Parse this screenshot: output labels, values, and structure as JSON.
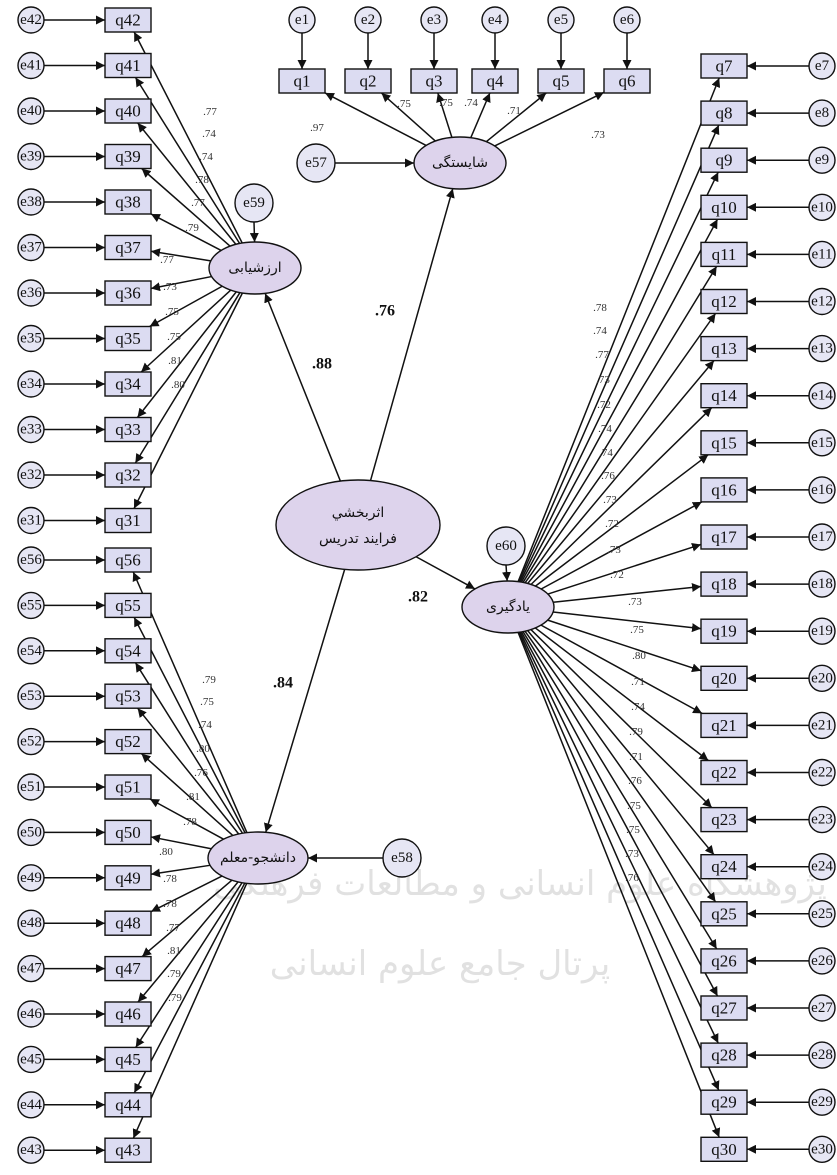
{
  "diagram": {
    "central": {
      "name": "central",
      "lines": [
        "اثربخشي",
        "فرايند تدريس"
      ]
    },
    "factors": [
      {
        "name": "competence",
        "label": "شایستگی",
        "error": "e57",
        "path": ".76"
      },
      {
        "name": "evaluation",
        "label": "ارزشیابی",
        "error": "e59",
        "path": ".88"
      },
      {
        "name": "learning",
        "label": "یادگیری",
        "error": "e60",
        "path": ".82"
      },
      {
        "name": "student-teacher",
        "label": "دانشجو-معلم",
        "error": "e58",
        "path": ".84"
      }
    ],
    "top_items": [
      {
        "item": "q1",
        "err": "e1"
      },
      {
        "item": "q2",
        "err": "e2"
      },
      {
        "item": "q3",
        "err": "e3"
      },
      {
        "item": "q4",
        "err": "e4"
      },
      {
        "item": "q5",
        "err": "e5"
      },
      {
        "item": "q6",
        "err": "e6"
      }
    ],
    "top_loadings": [
      ".97",
      ".75",
      ".75",
      ".74",
      ".71",
      ".73"
    ],
    "eval_items": [
      {
        "item": "q42",
        "err": "e42"
      },
      {
        "item": "q41",
        "err": "e41"
      },
      {
        "item": "q40",
        "err": "e40"
      },
      {
        "item": "q39",
        "err": "e39"
      },
      {
        "item": "q38",
        "err": "e38"
      },
      {
        "item": "q37",
        "err": "e37"
      },
      {
        "item": "q36",
        "err": "e36"
      },
      {
        "item": "q35",
        "err": "e35"
      },
      {
        "item": "q34",
        "err": "e34"
      },
      {
        "item": "q33",
        "err": "e33"
      },
      {
        "item": "q32",
        "err": "e32"
      },
      {
        "item": "q31",
        "err": "e31"
      }
    ],
    "eval_loadings": [
      ".77",
      ".74",
      ".74",
      ".78",
      ".77",
      ".79",
      ".77",
      ".73",
      ".75",
      ".75",
      ".81",
      ".80"
    ],
    "st_items": [
      {
        "item": "q56",
        "err": "e56"
      },
      {
        "item": "q55",
        "err": "e55"
      },
      {
        "item": "q54",
        "err": "e54"
      },
      {
        "item": "q53",
        "err": "e53"
      },
      {
        "item": "q52",
        "err": "e52"
      },
      {
        "item": "q51",
        "err": "e51"
      },
      {
        "item": "q50",
        "err": "e50"
      },
      {
        "item": "q49",
        "err": "e49"
      },
      {
        "item": "q48",
        "err": "e48"
      },
      {
        "item": "q47",
        "err": "e47"
      },
      {
        "item": "q46",
        "err": "e46"
      },
      {
        "item": "q45",
        "err": "e45"
      },
      {
        "item": "q44",
        "err": "e44"
      },
      {
        "item": "q43",
        "err": "e43"
      }
    ],
    "st_loadings": [
      ".79",
      ".75",
      ".74",
      ".80",
      ".76",
      ".81",
      ".78",
      ".80",
      ".78",
      ".78",
      ".77",
      ".81",
      ".79",
      ".79"
    ],
    "learn_items": [
      {
        "item": "q7",
        "err": "e7"
      },
      {
        "item": "q8",
        "err": "e8"
      },
      {
        "item": "q9",
        "err": "e9"
      },
      {
        "item": "q10",
        "err": "e10"
      },
      {
        "item": "q11",
        "err": "e11"
      },
      {
        "item": "q12",
        "err": "e12"
      },
      {
        "item": "q13",
        "err": "e13"
      },
      {
        "item": "q14",
        "err": "e14"
      },
      {
        "item": "q15",
        "err": "e15"
      },
      {
        "item": "q16",
        "err": "e16"
      },
      {
        "item": "q17",
        "err": "e17"
      },
      {
        "item": "q18",
        "err": "e18"
      },
      {
        "item": "q19",
        "err": "e19"
      },
      {
        "item": "q20",
        "err": "e20"
      },
      {
        "item": "q21",
        "err": "e21"
      },
      {
        "item": "q22",
        "err": "e22"
      },
      {
        "item": "q23",
        "err": "e23"
      },
      {
        "item": "q24",
        "err": "e24"
      },
      {
        "item": "q25",
        "err": "e25"
      },
      {
        "item": "q26",
        "err": "e26"
      },
      {
        "item": "q27",
        "err": "e27"
      },
      {
        "item": "q28",
        "err": "e28"
      },
      {
        "item": "q29",
        "err": "e29"
      },
      {
        "item": "q30",
        "err": "e30"
      }
    ],
    "learn_loadings": [
      ".78",
      ".74",
      ".77",
      ".73",
      ".72",
      ".74",
      ".74",
      ".76",
      ".73",
      ".72",
      ".73",
      ".72",
      ".73",
      ".75",
      ".80",
      ".71",
      ".74",
      ".79",
      ".71",
      ".76",
      ".75",
      ".75",
      ".73",
      ".76"
    ],
    "watermark": [
      "پژوهشگاه علوم انسانی و مطالعات فرهنگی",
      "پرتال جامع علوم انسانی"
    ]
  }
}
